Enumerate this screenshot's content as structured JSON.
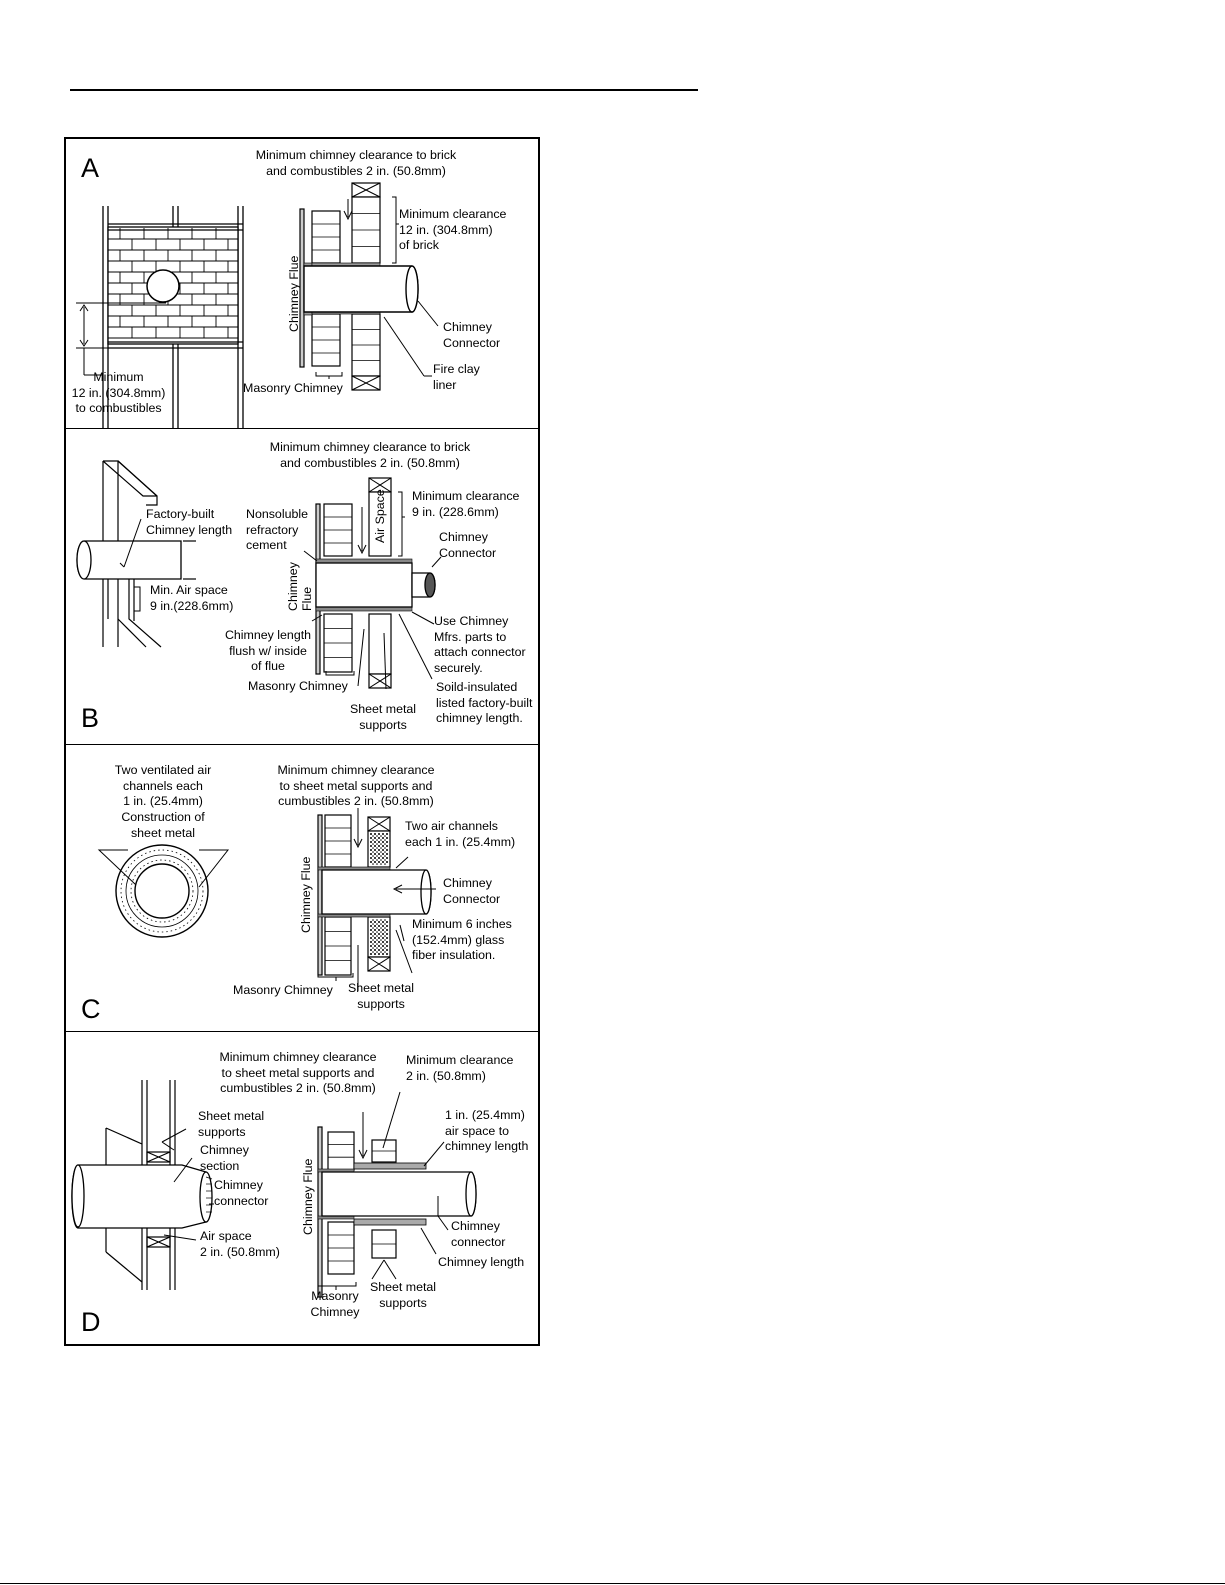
{
  "panels": [
    {
      "letter": "A",
      "labels": {
        "clearance_brick": "Minimum chimney clearance to brick\nand combustibles 2 in. (50.8mm)",
        "min_clearance_brick": "Minimum clearance\n12 in. (304.8mm)\nof brick",
        "chimney_flue": "Chimney Flue",
        "chimney_connector": "Chimney\nConnector",
        "fire_clay_liner": "Fire clay\nliner",
        "masonry_chimney": "Masonry Chimney",
        "min_combustibles": "Minimum\n12 in. (304.8mm)\nto combustibles"
      }
    },
    {
      "letter": "B",
      "labels": {
        "clearance_brick": "Minimum chimney clearance to brick\nand combustibles 2 in. (50.8mm)",
        "factory_built": "Factory-built\nChimney length",
        "nonsoluble": "Nonsoluble\nrefractory\ncement",
        "min_clearance": "Minimum clearance\n9 in. (228.6mm)",
        "air_space": "Air Space",
        "chimney_connector": "Chimney\nConnector",
        "chimney_flue": "Chimney\nFlue",
        "min_air_space": "Min. Air space\n9 in.(228.6mm)",
        "use_chimney": "Use Chimney\nMfrs. parts to\nattach connector\nsecurely.",
        "flush": "Chimney length\nflush w/ inside\nof flue",
        "masonry_chimney": "Masonry Chimney",
        "solid_insulated": "Soild-insulated\nlisted factory-built\nchimney length.",
        "sheet_metal": "Sheet metal\nsupports"
      }
    },
    {
      "letter": "C",
      "labels": {
        "two_ventilated": "Two ventilated air\nchannels each\n1 in. (25.4mm)\nConstruction of\nsheet metal",
        "clearance_sheet": "Minimum chimney clearance\nto sheet metal supports and\ncumbustibles 2 in. (50.8mm)",
        "two_air_channels": "Two air channels\neach 1 in. (25.4mm)",
        "chimney_flue": "Chimney Flue",
        "chimney_connector": "Chimney\nConnector",
        "min_six_inches": "Minimum 6 inches\n(152.4mm) glass\nfiber insulation.",
        "masonry_chimney": "Masonry Chimney",
        "sheet_metal": "Sheet metal\nsupports"
      }
    },
    {
      "letter": "D",
      "labels": {
        "clearance_sheet": "Minimum chimney clearance\nto sheet metal supports and\ncumbustibles 2 in. (50.8mm)",
        "min_clearance": "Minimum clearance\n2 in. (50.8mm)",
        "sheet_metal_supports": "Sheet metal\nsupports",
        "chimney_section": "Chimney\nsection",
        "one_inch_air": "1 in. (25.4mm)\nair space to\nchimney length",
        "chimney_connector_left": "Chimney\nconnector",
        "chimney_flue": "Chimney Flue",
        "chimney_connector_right": "Chimney\nconnector",
        "air_space": "Air space\n2 in. (50.8mm)",
        "chimney_length": "Chimney length",
        "masonry_chimney": "Masonry\nChimney",
        "sheet_metal_bottom": "Sheet metal\nsupports"
      }
    }
  ]
}
